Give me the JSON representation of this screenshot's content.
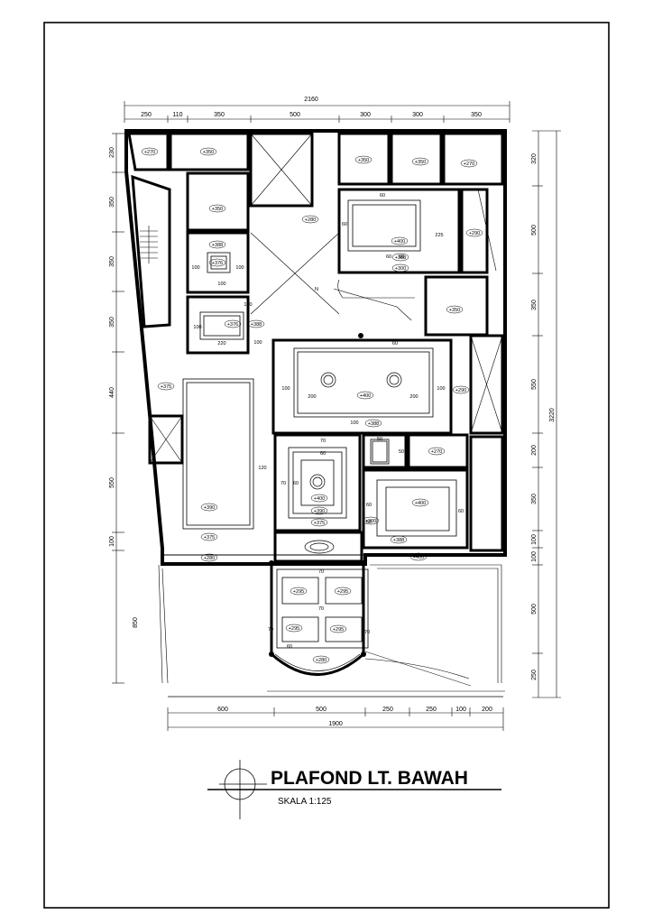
{
  "drawing": {
    "title": "PLAFOND LT. BAWAH",
    "scale": "SKALA 1:125",
    "north_marker": "N"
  },
  "dimensions": {
    "top_total": "2160",
    "top_segments": [
      "250",
      "110",
      "350",
      "500",
      "300",
      "300",
      "350"
    ],
    "bottom_total": "1900",
    "bottom_segments": [
      "600",
      "500",
      "250",
      "250",
      "100",
      "200"
    ],
    "left_segments": [
      "230",
      "350",
      "350",
      "350",
      "440",
      "550",
      "100",
      "850"
    ],
    "right_total": "3220",
    "right_segments": [
      "320",
      "500",
      "350",
      "550",
      "200",
      "350",
      "100",
      "100",
      "500",
      "250"
    ]
  },
  "ceiling_levels": {
    "room_a": "+270",
    "room_b": "+350",
    "room_c": "+350",
    "room_d": "+350",
    "room_e": "+270",
    "room_f": "+350",
    "room_g": "+280",
    "room_h": "+400",
    "room_h2": "+388",
    "room_h3": "+300",
    "room_i": "+290",
    "room_j": "+388",
    "room_j2": "+376",
    "room_k": "+376",
    "room_k2": "+388",
    "room_l": "+350",
    "room_m": "+375",
    "room_n": "+400",
    "room_n2": "+388",
    "room_o": "+290",
    "room_p": "+390",
    "room_q": "+375",
    "room_r": "+400",
    "room_r2": "+390",
    "room_r3": "+375",
    "room_s": "+270",
    "room_t": "+400",
    "room_t2": "+388",
    "room_t3": "+300",
    "room_u": "+280",
    "room_v": "+400",
    "room_w1": "+295",
    "room_w2": "+295",
    "room_w3": "+295",
    "room_w4": "+295",
    "room_x": "+280"
  },
  "inner_dims": {
    "d1": "60",
    "d2": "60",
    "d3": "225",
    "d4": "60",
    "d5": "60",
    "d6": "100",
    "d7": "100",
    "d8": "100",
    "d9": "100",
    "d10": "220",
    "d11": "100",
    "d12": "100",
    "d13": "60",
    "d14": "100",
    "d15": "200",
    "d16": "200",
    "d17": "100",
    "d18": "100",
    "d19": "120",
    "d20": "70",
    "d21": "60",
    "d22": "70",
    "d23": "60",
    "d24": "60",
    "d25": "60",
    "d26": "60",
    "d27": "50",
    "d28": "50",
    "d29": "70",
    "d30": "70",
    "d31": "70",
    "d32": "70",
    "d33": "60"
  }
}
